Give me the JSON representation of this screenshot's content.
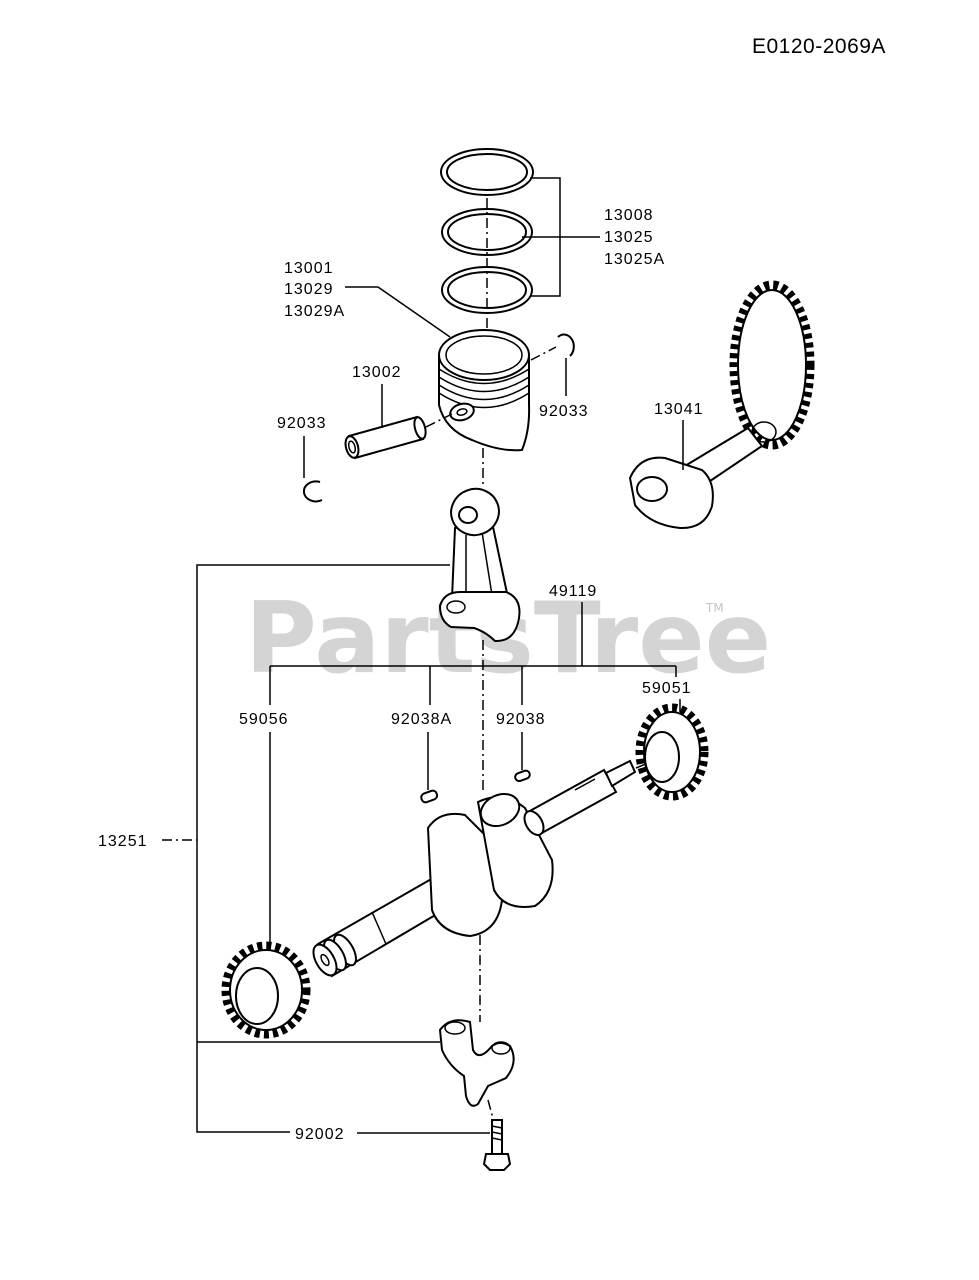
{
  "header": {
    "diagram_code": "E0120-2069A"
  },
  "watermark": {
    "text": "PartsTree",
    "tm": "TM"
  },
  "callouts": {
    "rings": [
      "13008",
      "13025",
      "13025A"
    ],
    "piston": [
      "13001",
      "13029",
      "13029A"
    ],
    "piston_pin": "13002",
    "circlip_left": "92033",
    "circlip_right": "92033",
    "camshaft": "13041",
    "conrod": "49119",
    "gear_right": "59051",
    "gear_left": "59056",
    "pin_a": "92038A",
    "pin": "92038",
    "crankshaft": "13251",
    "bolt": "92002"
  }
}
